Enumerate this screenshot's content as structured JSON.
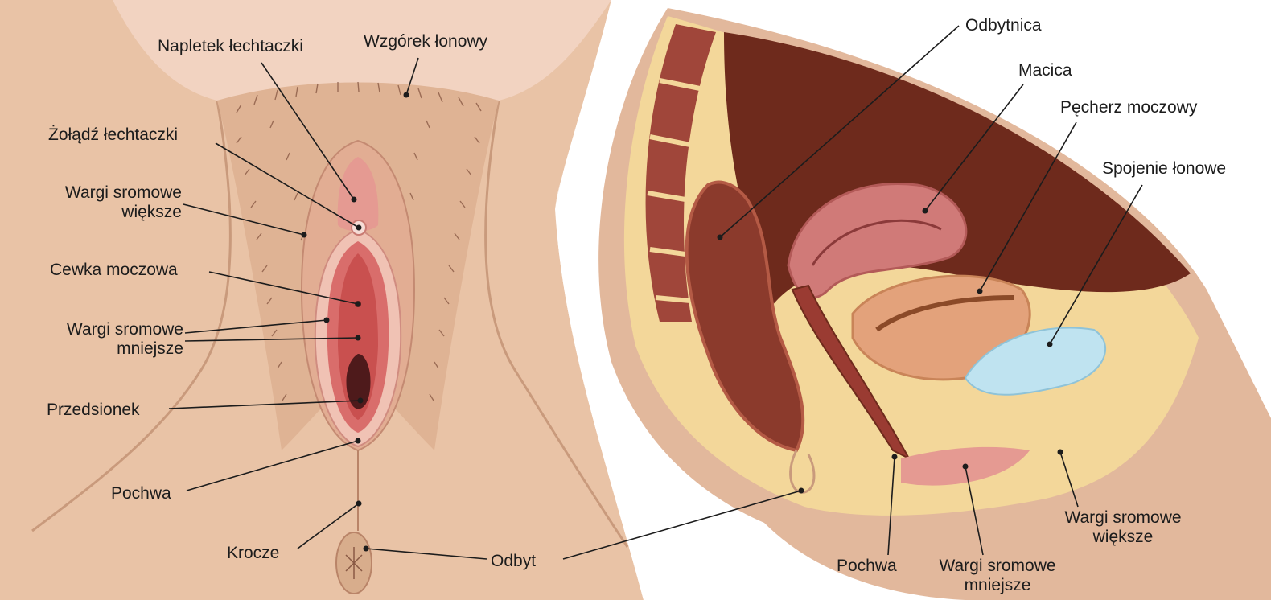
{
  "left_panel": {
    "labels": {
      "clitoral_hood": "Napletek łechtaczki",
      "mons_pubis": "Wzgórek łonowy",
      "clitoral_glans": "Żołądź łechtaczki",
      "labia_majora_line1": "Wargi sromowe",
      "labia_majora_line2": "większe",
      "urethra": "Cewka moczowa",
      "labia_minora_line1": "Wargi sromowe",
      "labia_minora_line2": "mniejsze",
      "vestibule": "Przedsionek",
      "vagina": "Pochwa",
      "perineum": "Krocze",
      "anus": "Odbyt"
    }
  },
  "right_panel": {
    "labels": {
      "rectum": "Odbytnica",
      "uterus": "Macica",
      "bladder": "Pęcherz moczowy",
      "pubic_symphysis": "Spojenie łonowe",
      "labia_majora_line1": "Wargi sromowe",
      "labia_majora_line2": "większe",
      "vagina": "Pochwa",
      "labia_minora_line1": "Wargi sromowe",
      "labia_minora_line2": "mniejsze"
    }
  },
  "colors": {
    "skin": "#e9c3a6",
    "skin_shadow": "#d4a588",
    "fat": "#f3d79a",
    "muscle_dark": "#6e2a1c",
    "muscle_mid": "#a0463a",
    "mucosa": "#e48a86",
    "bladder_fluid": "#bfe3f0",
    "text": "#1c1c1c"
  }
}
